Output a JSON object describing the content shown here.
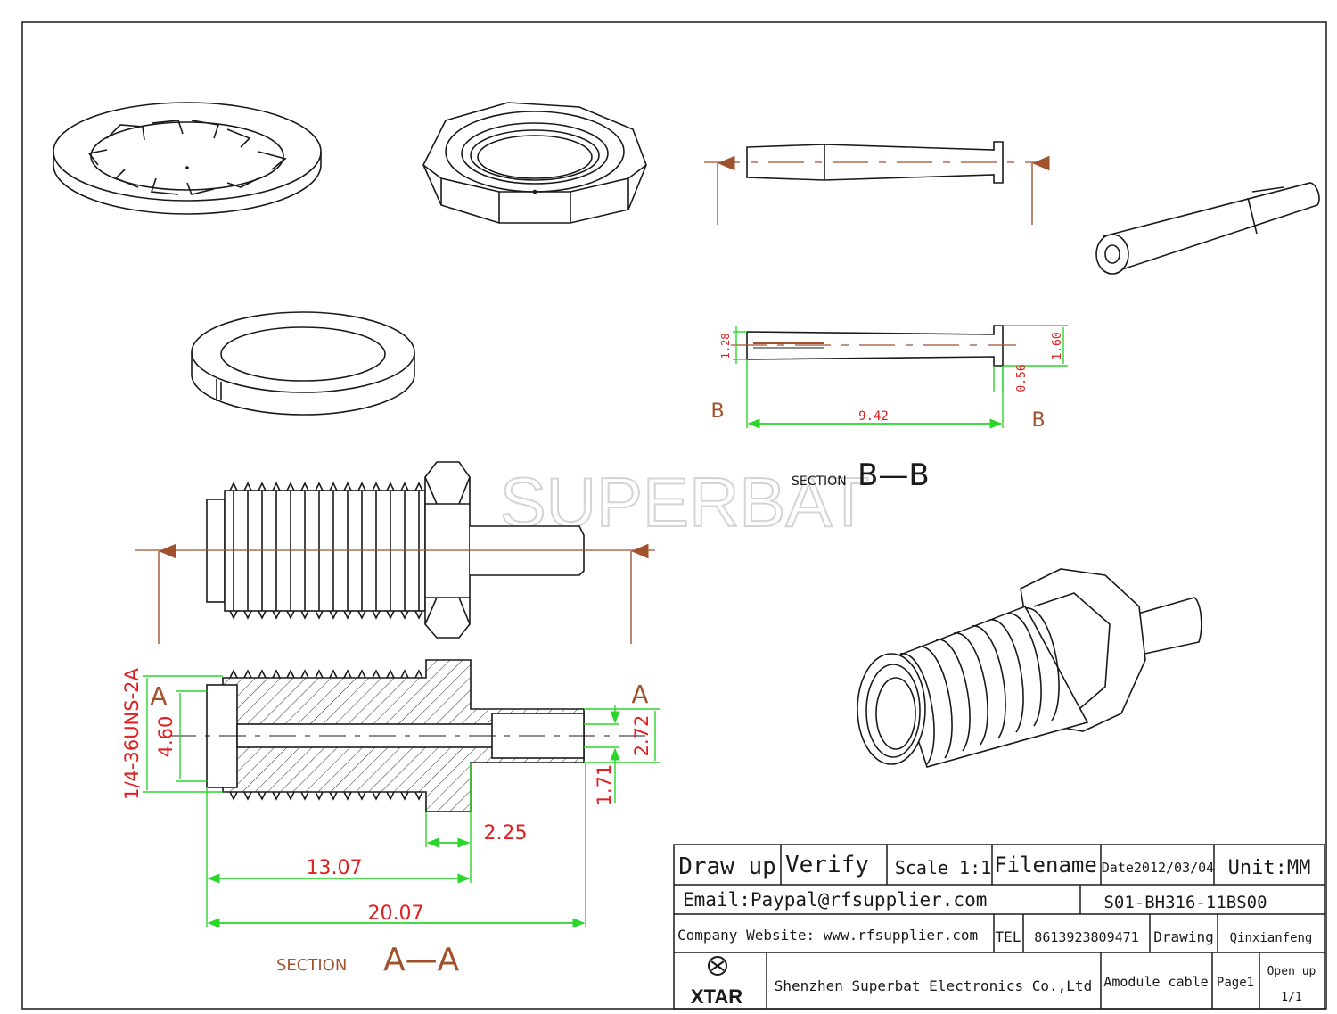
{
  "watermark": "SUPERBAT",
  "section_aa": {
    "prefix": "SECTION",
    "id": "A—A",
    "cut_label_left": "A",
    "cut_label_right": "A",
    "thread_spec": "1/4-36UNS-2A",
    "dim_diameter": "4.60",
    "dim_pin_od": "2.72",
    "dim_pin_id": "1.71",
    "dim_pin_length": "2.25",
    "dim_body_length": "13.07",
    "dim_total_length": "20.07"
  },
  "section_bb": {
    "prefix": "SECTION",
    "id": "B—B",
    "cut_label_left": "B",
    "cut_label_right": "B",
    "dim_shank": "1.28",
    "dim_head": "1.60",
    "dim_head_thickness": "0.56",
    "dim_length": "9.42"
  },
  "title_block": {
    "draw_up": "Draw up",
    "verify": "Verify",
    "scale": "Scale 1:1",
    "filename": "Filename",
    "date": "Date2012/03/04",
    "unit": "Unit:MM",
    "email": "Email:Paypal@rfsupplier.com",
    "part_number": "S01-BH316-11BS00",
    "website": "Company Website:  www.rfsupplier.com",
    "tel_label": "TEL",
    "tel": "8613923809471",
    "drawing": "Drawing",
    "drafter": "Qinxianfeng",
    "logo": "XTAR",
    "company": "Shenzhen Superbat Electronics Co.,Ltd",
    "product": "Amodule cable",
    "page": "Page1",
    "open_up": "Open up",
    "page_count": "1/1"
  },
  "colors": {
    "line": "#1a1a1a",
    "dimension": "#2bd62b",
    "dim_text": "#e02020",
    "centerline": "#a0522d",
    "hatch": "#333333"
  }
}
